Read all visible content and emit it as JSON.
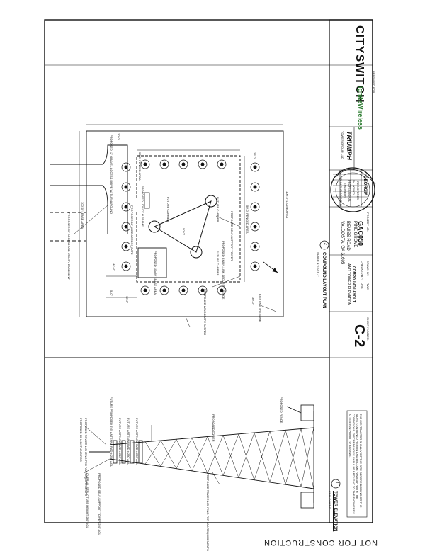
{
  "titleblock": {
    "client_logo": "CITYSWITCH",
    "prepared_for": "PREPARED FOR:",
    "partner1": "IgniteWireless",
    "partner2": "TRIUMPH",
    "partner2_sub": "TOWER GROUP, LLC",
    "engineer_seal": {
      "state": "GEORGIA",
      "line1": "REGISTERED",
      "line2": "PROFESSIONAL",
      "line3": "ENGINEER",
      "name": "JOHN R. CUNNINGHAM",
      "number": "No. 000000"
    },
    "project_no_label": "PROJECT NO:",
    "site_id": "GAC050",
    "site_name": "PINE GROVE",
    "address_1": "BEMISS ROAD",
    "address_2": "VALDOSTA, GA 31605",
    "drawn_by_label": "DRAWN BY:",
    "drawn_by": "TWE",
    "checked_by_label": "CHECKED BY:",
    "checked_by": "JRC",
    "sheet_title_1": "COMPOUND LAYOUT",
    "sheet_title_2": "AND TOWER ELEVATION",
    "sheet_number_label": "SHEET NUMBER:",
    "sheet_number": "C-2"
  },
  "plan": {
    "title": "COMPOUND LAYOUT PLAN",
    "number": "2",
    "scale": "SCALE: 1\"=10' ± 1\"",
    "lease_area_top": "100'-0\" LEASE AREA",
    "lease_area_side": "100'-0\" LEASE AREA",
    "fenced_area_top": "50'-0\" FENCED AREA",
    "fenced_area_side": "50'-0\" FENCED AREA",
    "access_easement": "PROPOSED 30' ACCESS AND UTILITY EASEMENT",
    "gravel_drive": "PROPOSED 12' GRAVEL ACCESS DRIVE W/ TURNAROUND",
    "access_gate": "PROPOSED 12' WIDE ACCESS GATE",
    "utility_frame": "PROPOSED UTILITY H-FRAME",
    "future_carrier": "FUTURE CARRIER",
    "lease_pad": "PROPOSED 10'x20' LEASE AREA",
    "self_support_tower": "PROPOSED SELF-SUPPORT TOWER",
    "chain_link": "PROPOSED CHAIN-LINK SECURITY FENCE",
    "landscape_buffer": "PROPOSED LANDSCAPE BUFFER",
    "treeline": "EXISTING TREELINE",
    "dims": [
      "20'-0\"",
      "25'-0\"",
      "12'-0\"",
      "5'-0\"",
      "10'-0\"",
      "50'-0\"",
      "30'-0\""
    ]
  },
  "elevation": {
    "title": "TOWER ELEVATION",
    "number": "1",
    "scale": "SCALE: N.T.S.",
    "lightning_rod": "PROPOSED 10' LIGHTNING ROD",
    "obstruction_light": "PROPOSED TOWER LIGHTING PER FAA REQUIREMENTS",
    "antenna_1": "FUTURE PROPOSED 6'-6\" ANTENNA RAD ± 250' AGL",
    "antenna_2": "FUTURE ANTENNA RAD ± 240' AGL",
    "antenna_3": "FUTURE ANTENNA RAD ± 230' AGL",
    "antenna_4": "FUTURE ANTENNA RAD ± 220' AGL",
    "overall_height": "OVERALL STRUCTURE HEIGHT 260' AGL",
    "tower_height": "PROPOSED SELF-SUPPORT TOWER 250' AGL",
    "proposed_tower": "PROPOSED TOWER",
    "tower_lighting": "PROPOSED TOWER LIGHTING PER FAA REQUIREMENTS",
    "fence": "PROPOSED FENCE",
    "note": "THE CONTRACTOR SHALL VISIT THE SITE BEFORE BIDDING OR THE WORK CONTAINED HEREIN AND BECOME FAMILIAR WITH THE CONDITIONS. DISCREPANCIES SHALL BE BROUGHT TO THE ENGINEER'S ATTENTION PRIOR TO BIDDING."
  },
  "footer_stamp": "NOT FOR CONSTRUCTION"
}
